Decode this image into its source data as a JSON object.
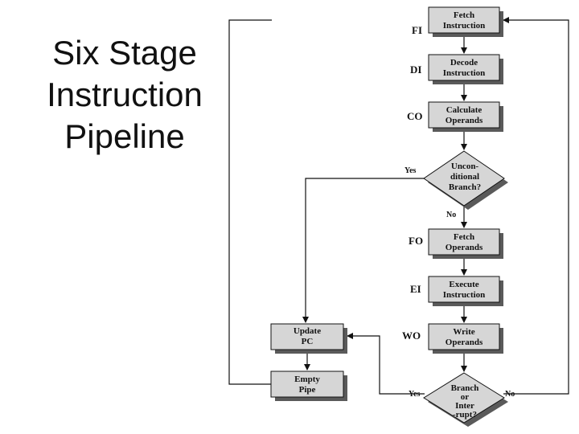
{
  "title_lines": [
    "Six Stage",
    "Instruction",
    "Pipeline"
  ],
  "colors": {
    "box_fill": "#d6d6d6",
    "shadow": "#5a5a5a",
    "line": "#111111"
  },
  "boxes": {
    "fetch_instruction": [
      "Fetch",
      "Instruction"
    ],
    "decode_instruction": [
      "Decode",
      "Instruction"
    ],
    "calculate_operands": [
      "Calculate",
      "Operands"
    ],
    "fetch_operands": [
      "Fetch",
      "Operands"
    ],
    "execute_instruction": [
      "Execute",
      "Instruction"
    ],
    "write_operands": [
      "Write",
      "Operands"
    ],
    "update_pc": [
      "Update",
      "PC"
    ],
    "empty_pipe": [
      "Empty",
      "Pipe"
    ]
  },
  "decisions": {
    "unconditional_branch": [
      "Uncon-",
      "ditional",
      "Branch?"
    ],
    "branch_or_interrupt": [
      "Branch",
      "or",
      "Inter",
      "-rupt?"
    ]
  },
  "stages": {
    "fi": "FI",
    "di": "DI",
    "co": "CO",
    "fo": "FO",
    "ei": "EI",
    "wo": "WO"
  },
  "flow_labels": {
    "yes_1": "Yes",
    "no_1": "No",
    "yes_2": "Yes",
    "no_2": "No"
  }
}
